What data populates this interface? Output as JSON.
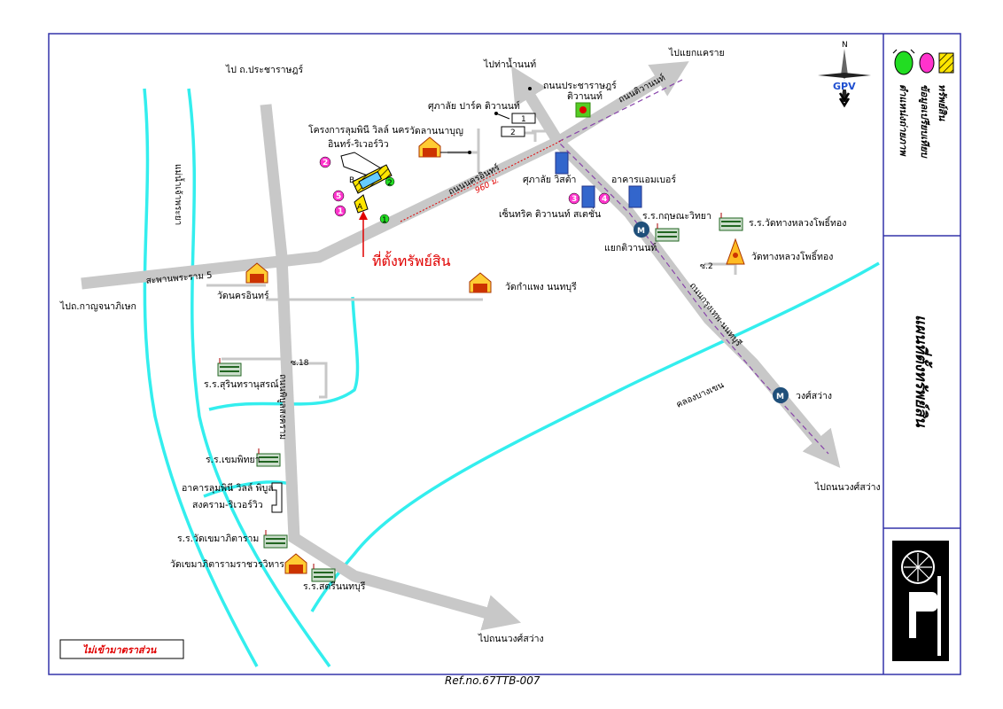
{
  "map": {
    "ref_no": "Ref.no.67TTB-007",
    "scale_note": "ไม่เข้ามาตราส่วน",
    "title": "แผนที่ตั้งทรัพย์สิน",
    "property_label": "ที่ตั้งทรัพย์สิน",
    "distance": "960 ม.",
    "compass": {
      "north": "N",
      "logo": "GPV"
    },
    "legend": [
      {
        "label": "ทรัพย์สิน",
        "color": "#ffd700"
      },
      {
        "label": "ข้อมูลเปรียบเทียบ",
        "color": "#ff33cc"
      },
      {
        "label": "ตำแหน่งถ่ายภาพ",
        "color": "#22dd22"
      }
    ],
    "roads": {
      "prachanukroh_top": "ไป ถ.ประชาราษฎร์",
      "tha_nam_non": "ไปท่าน้ำนนท์",
      "yaek_khae_rai": "ไปแยกแคราย",
      "prachachuen_road": "ถนนประชาราษฎร์",
      "tiwanon_road": "ถนนติวานนท์",
      "nakhon_in_road": "ถนนนครอินทร์",
      "rama5_bridge": "สะพานพระราม 5",
      "kanchana": "ไปถ.กาญจนาภิเษก",
      "chao_phraya": "แม่น้ำเจ้าพระยา",
      "pibul_road": "ถนนพิบูลสงคราม",
      "soi18": "ซ.18",
      "krung_thep_road": "ถนนกรุงเทพ-นนทบุรี",
      "soi2": "ซ.2",
      "bang_khen_canal": "คลองบางเขน",
      "wong_sawang_right": "ไปถนนวงศ์สว่าง",
      "wong_sawang_bottom": "ไปถนนวงศ์สว่าง"
    },
    "places": {
      "lumpini_project": "โครงการลุมพินี วิลล์ นคร",
      "lumpini_project2": "อินทร์-ริเวอร์วิว",
      "wat_lan_na_bun": "วัดลานนาบุญ",
      "supalai_park": "ศุภาลัย ปาร์ค ติวานนท์",
      "tiwanon_mall": "ติวานนท์",
      "supalai_vista": "ศุภาลัย วิสต้า",
      "amber": "อาคารแอมเบอร์",
      "centric": "เซ็นทริค ติวานนท์ สเตชั่น",
      "kritsana": "ร.ร.กฤษณะวิทยา",
      "yaek_tiwanon": "แยกติวานนท์",
      "school_phothong": "ร.ร.วัดทางหลวงโพธิ์ทอง",
      "wat_phothong": "วัดทางหลวงโพธิ์ทอง",
      "wat_nakhon_in": "วัดนครอินทร์",
      "wat_kamphaeng": "วัดกำแพง นนทบุรี",
      "surinthranusorn": "ร.ร.สุรินทรานุสรณ์",
      "khemaphithaya": "ร.ร.เขมพิทยา",
      "lumpini_pibul": "อาคารลุมพินี วิลล์ พิบูล",
      "lumpini_pibul2": "สงคราม-ริเวอร์วิว",
      "school_khema": "ร.ร.วัดเขมาภิตาราม",
      "wat_khema": "วัดเขมาภิตารามราชวรวิหาร",
      "satri_nonthaburi": "ร.ร.สตรีนนทบุรี",
      "wong_sawang": "วงศ์สว่าง"
    },
    "markers": {
      "comparables": [
        "1",
        "2",
        "3",
        "4",
        "5"
      ],
      "photos": [
        "1",
        "2"
      ],
      "buildings": [
        "1",
        "2"
      ],
      "property": "A",
      "plot_b": "B",
      "metro": "M"
    },
    "colors": {
      "road": "#c8c8c8",
      "water": "#33eeee",
      "border": "#3333aa",
      "red": "#e00000",
      "metro_line": "#8844aa"
    }
  }
}
